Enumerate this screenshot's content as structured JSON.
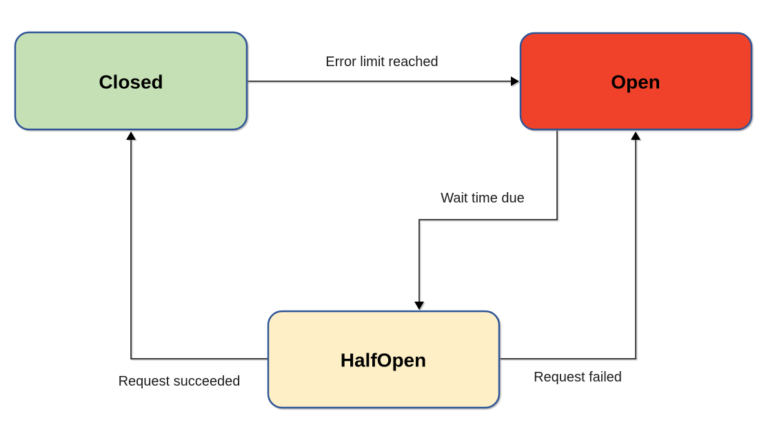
{
  "diagram": {
    "type": "state-machine",
    "background_color": "#ffffff",
    "line_color": "#000000",
    "label_color": "#1a1a1a",
    "border_color": "#2F5597",
    "states": [
      {
        "id": "closed",
        "label": "Closed",
        "fill": "#C5E0B4",
        "stroke": "#2F5597"
      },
      {
        "id": "open",
        "label": "Open",
        "fill": "#F0432A",
        "stroke": "#2F5597"
      },
      {
        "id": "halfopen",
        "label": "HalfOpen",
        "fill": "#FEEFC6",
        "stroke": "#2F5597"
      }
    ],
    "transitions": [
      {
        "from": "Closed",
        "to": "Open",
        "label": "Error limit reached"
      },
      {
        "from": "Open",
        "to": "HalfOpen",
        "label": "Wait time due"
      },
      {
        "from": "HalfOpen",
        "to": "Closed",
        "label": "Request succeeded"
      },
      {
        "from": "HalfOpen",
        "to": "Open",
        "label": "Request failed"
      }
    ]
  }
}
